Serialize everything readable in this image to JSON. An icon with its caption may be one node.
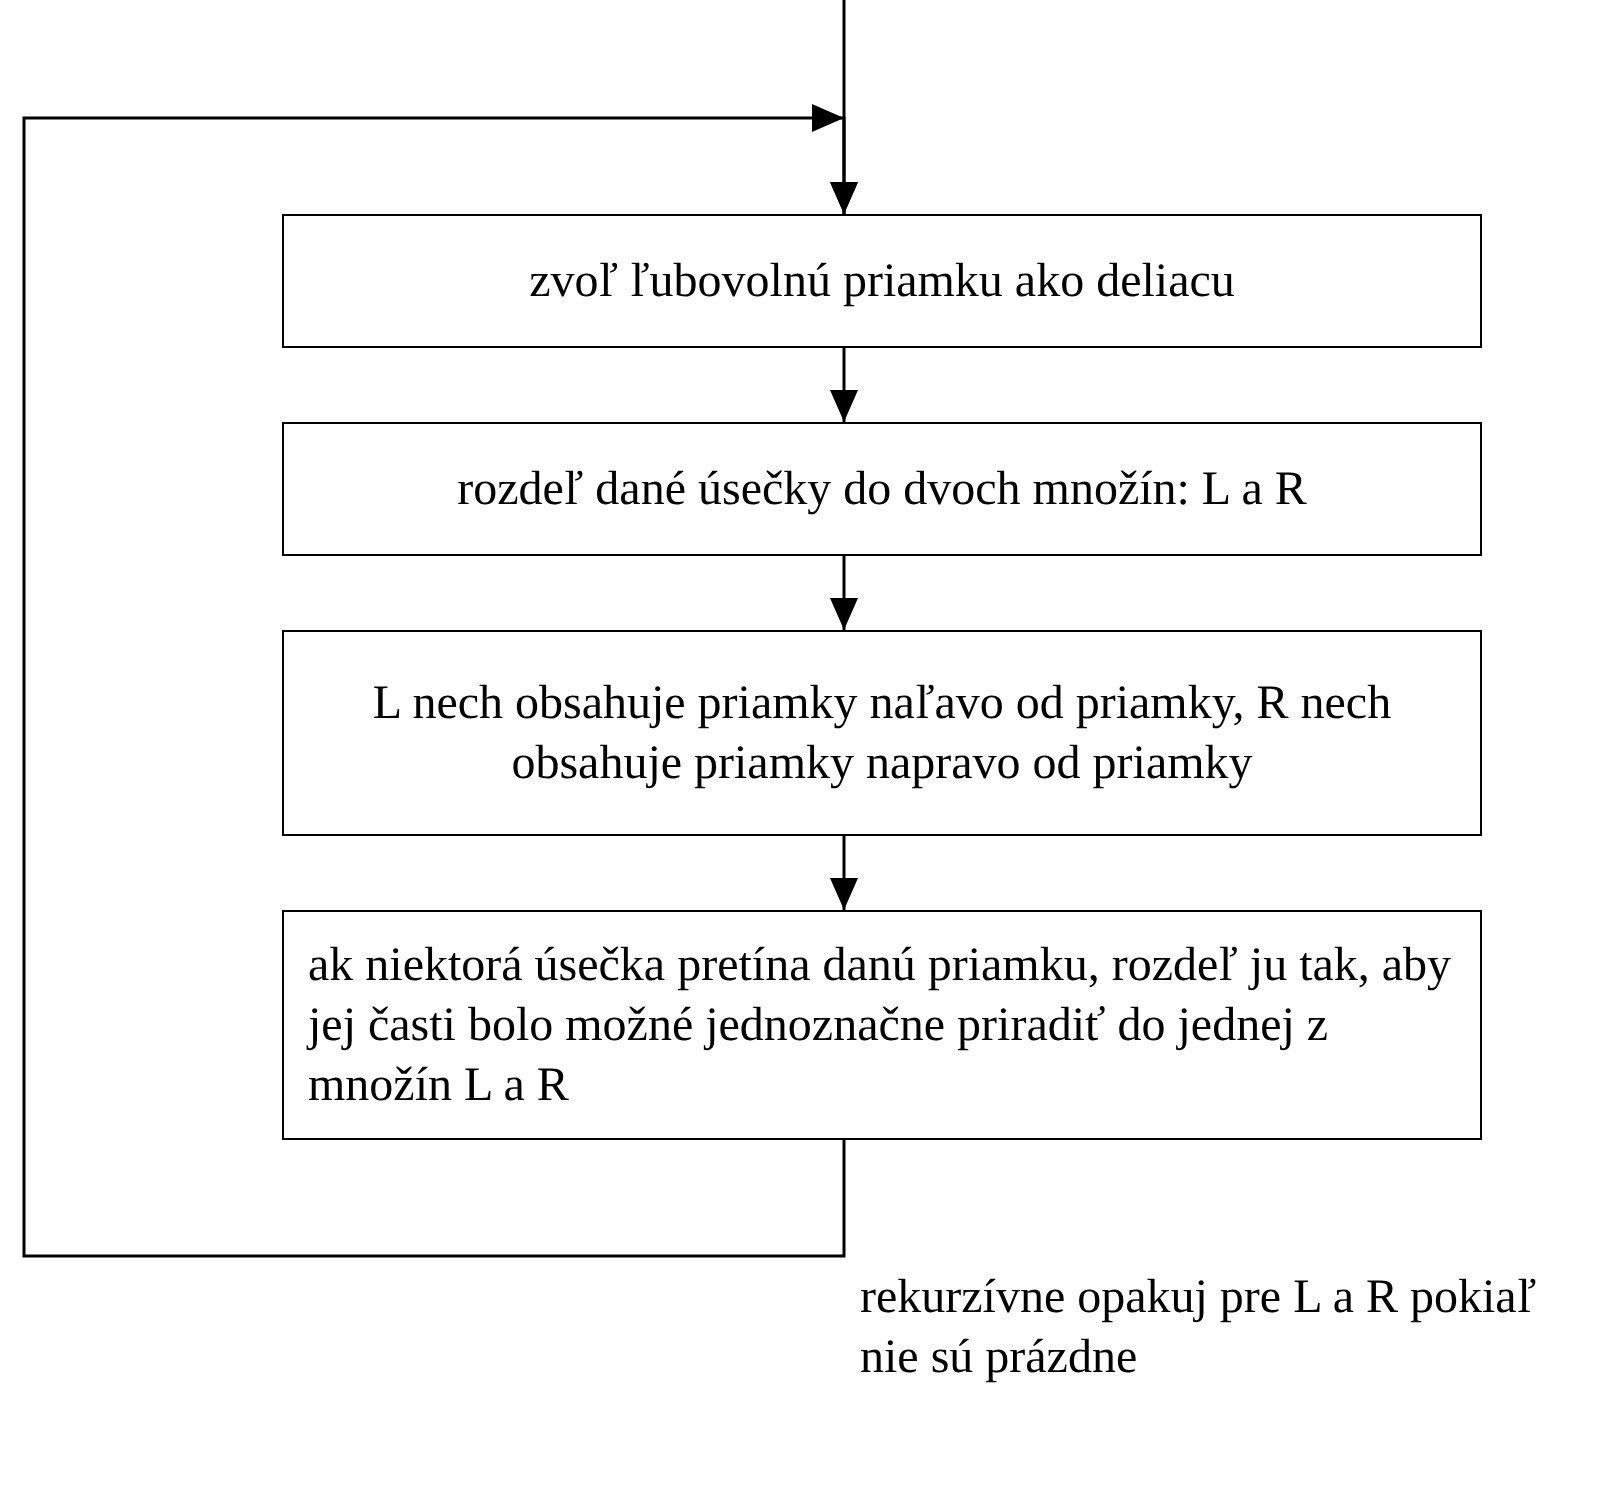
{
  "diagram": {
    "nodes": [
      {
        "text": [
          "zvoľ ľubovolnú priamku ako deliacu"
        ]
      },
      {
        "text": [
          "rozdeľ dané úsečky do dvoch množín: L a R"
        ]
      },
      {
        "text": [
          "L nech obsahuje priamky naľavo od priamky, R nech obsahuje priamky napravo od priamky"
        ]
      },
      {
        "text": [
          "ak niektorá úsečka pretína danú priamku, rozdeľ ju tak, aby jej časti bolo možné jednoznačne priradiť do jednej z množín L a R"
        ]
      }
    ],
    "edges": [
      {
        "from": null,
        "to": 0,
        "arrow": "to"
      },
      {
        "from": 0,
        "to": 1,
        "arrow": "to"
      },
      {
        "from": 1,
        "to": 2,
        "arrow": "to"
      },
      {
        "from": 2,
        "to": 3,
        "arrow": "to"
      },
      {
        "from": 3,
        "to": 0,
        "arrow": "to",
        "label": "rekurzívne opakuj pre L a R pokiaľ nie sú prázdne"
      }
    ]
  }
}
